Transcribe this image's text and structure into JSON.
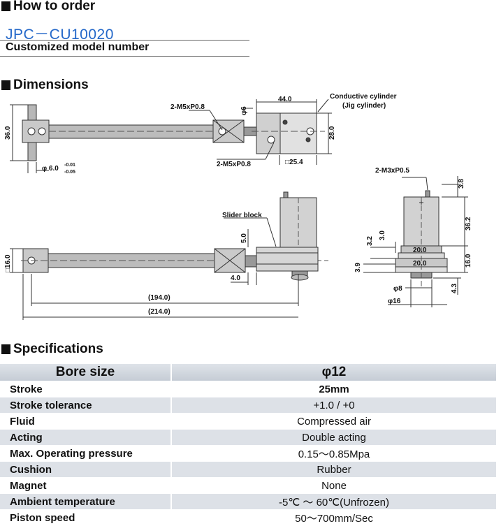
{
  "how_to_order": {
    "title": "How to order",
    "model_code": "JPC－CU10020",
    "model_desc": "Customized model number"
  },
  "dimensions": {
    "title": "Dimensions",
    "labels": {
      "top_m5_upper": "2-M5xP0.8",
      "top_m5_lower": "2-M5xP0.8",
      "phi6": "φ6",
      "w44": "44.0",
      "conductive1": "Conductive cylinder",
      "conductive2": "(Jig cylinder)",
      "h36": "36.0",
      "h28": "28.0",
      "sq254": "□25.4",
      "phi60": "φ 6.0",
      "tol_up": "-0.01",
      "tol_dn": "-0.05",
      "slider": "Slider block",
      "d50": "5.0",
      "sq16": "□16.0",
      "d40": "4.0",
      "d194": "(194.0)",
      "d214": "(214.0)",
      "m3": "2-M3xP0.5",
      "d38": "3.8",
      "d362": "36.2",
      "d32": "3.2",
      "d30": "3.0",
      "d200a": "20.0",
      "d200b": "20.0",
      "d160": "16.0",
      "d39": "3.9",
      "phi8": "φ8",
      "d43": "4.3",
      "phi16": "φ16"
    }
  },
  "specifications": {
    "title": "Specifications",
    "header": {
      "label": "Bore size",
      "value": "φ12"
    },
    "rows": [
      {
        "label": "Stroke",
        "value": "25mm"
      },
      {
        "label": "Stroke tolerance",
        "value": "+1.0 / +0"
      },
      {
        "label": "Fluid",
        "value": "Compressed air"
      },
      {
        "label": "Acting",
        "value": "Double acting"
      },
      {
        "label": "Max. Operating pressure",
        "value": "0.15～0.85Mpa"
      },
      {
        "label": "Cushion",
        "value": "Rubber"
      },
      {
        "label": "Magnet",
        "value": "None"
      },
      {
        "label": "Ambient temperature",
        "value": "-5℃ ～ 60℃(Unfrozen)"
      },
      {
        "label": "Piston speed",
        "value": "50～700mm/Sec"
      }
    ]
  }
}
